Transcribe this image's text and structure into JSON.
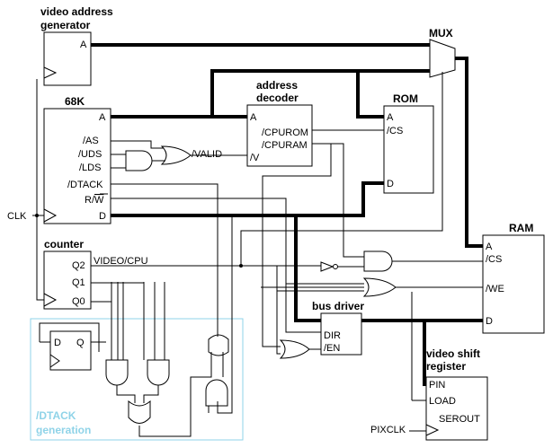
{
  "blocks": {
    "vag": {
      "title_line1": "video address",
      "title_line2": "generator",
      "pin_a": "A"
    },
    "cpu": {
      "title": "68K",
      "pin_a": "A",
      "pin_as": "/AS",
      "pin_uds": "/UDS",
      "pin_lds": "/LDS",
      "pin_dtack": "/DTACK",
      "pin_rw_r": "R/",
      "pin_rw_w": "W",
      "pin_d": "D"
    },
    "decoder": {
      "title_line1": "address",
      "title_line2": "decoder",
      "pin_a": "A",
      "pin_cpurom": "/CPUROM",
      "pin_cpuram": "/CPURAM",
      "pin_v": "/V"
    },
    "rom": {
      "title": "ROM",
      "pin_a": "A",
      "pin_cs": "/CS",
      "pin_d": "D"
    },
    "mux": {
      "title": "MUX"
    },
    "ram": {
      "title": "RAM",
      "pin_a": "A",
      "pin_cs": "/CS",
      "pin_we": "/WE",
      "pin_d": "D"
    },
    "counter": {
      "title": "counter",
      "pin_q2": "Q2",
      "pin_q1": "Q1",
      "pin_q0": "Q0"
    },
    "busdriver": {
      "title": "bus driver",
      "pin_dir": "DIR",
      "pin_en": "/EN"
    },
    "shift": {
      "title_line1": "video shift",
      "title_line2": "register",
      "pin_pin": "PIN",
      "pin_load": "LOAD",
      "pin_serout": "SEROUT"
    },
    "ff": {
      "pin_d": "D",
      "pin_q": "Q"
    }
  },
  "signals": {
    "clk": "CLK",
    "valid": "/VALID",
    "videocpu": "VIDEO/CPU",
    "pixclk": "PIXCLK"
  },
  "dtack_region": {
    "line1": "/DTACK",
    "line2": "generation"
  },
  "colors": {
    "ink": "#000000",
    "highlight": "#8fd3e8"
  }
}
